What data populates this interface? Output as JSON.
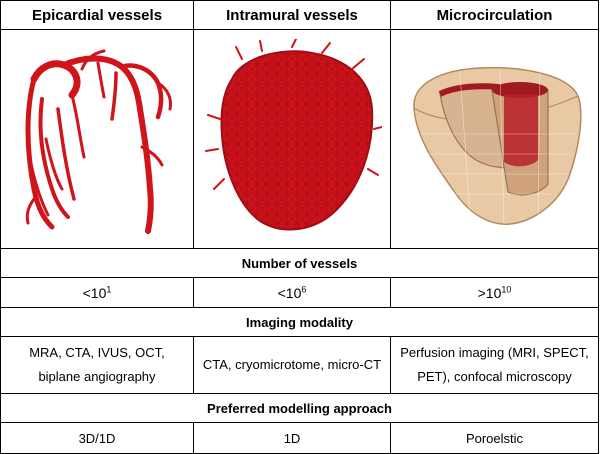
{
  "columns": [
    {
      "title": "Epicardial vessels",
      "image": "epicardial-vessels-illustration"
    },
    {
      "title": "Intramural vessels",
      "image": "intramural-vessels-illustration"
    },
    {
      "title": "Microcirculation",
      "image": "microcirculation-heart-illustration"
    }
  ],
  "sections": {
    "number_of_vessels": "Number of vessels",
    "imaging_modality": "Imaging modality",
    "preferred_modelling_approach": "Preferred modelling approach"
  },
  "number_of_vessels": [
    {
      "prefix": "<10",
      "exponent": "1"
    },
    {
      "prefix": "<10",
      "exponent": "6"
    },
    {
      "prefix": ">10",
      "exponent": "10"
    }
  ],
  "imaging_modality": [
    {
      "line1": "MRA, CTA, IVUS, OCT,",
      "line2": "biplane angiography"
    },
    {
      "line1": "CTA, cryomicrotome, micro-CT",
      "line2": ""
    },
    {
      "line1": "Perfusion imaging (MRI, SPECT,",
      "line2": "PET), confocal microscopy"
    }
  ],
  "modelling_approach": [
    "3D/1D",
    "1D",
    "Poroelstic"
  ],
  "colors": {
    "vessel_red": "#d0141c",
    "tissue_tan": "#e8c9a4",
    "border": "#000000"
  }
}
